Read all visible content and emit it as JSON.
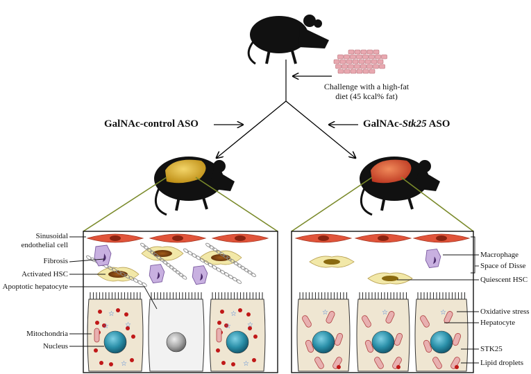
{
  "diet": {
    "line1": "Challenge with a high-fat",
    "line2": "diet (45 kcal% fat)"
  },
  "treatments": {
    "control": "GalNAc-control ASO",
    "stk25_prefix": "GalNAc-",
    "stk25_gene": "Stk25",
    "stk25_suffix": " ASO"
  },
  "left_labels": {
    "sinusoidal1": "Sinusoidal",
    "sinusoidal2": "endothelial cell",
    "fibrosis": "Fibrosis",
    "activated_hsc": "Activated HSC",
    "apoptotic": "Apoptotic hepatocyte",
    "mitochondria": "Mitochondria",
    "nucleus": "Nucleus"
  },
  "right_labels": {
    "macrophage": "Macrophage",
    "space_disse": "Space of Disse",
    "quiescent_hsc": "Quiescent HSC",
    "oxidative": "Oxidative stress",
    "hepatocyte": "Hepatocyte",
    "stk25": "STK25",
    "lipid": "Lipid droplets"
  },
  "colors": {
    "endothelial": "#e0543a",
    "liver_control": "#d4a41c",
    "liver_stk25": "#d8402a",
    "cytoplasm": "#efe6d2",
    "nucleus": "#2a8fa8",
    "lipid": "#c01818",
    "connector": "#7a8a2a"
  }
}
